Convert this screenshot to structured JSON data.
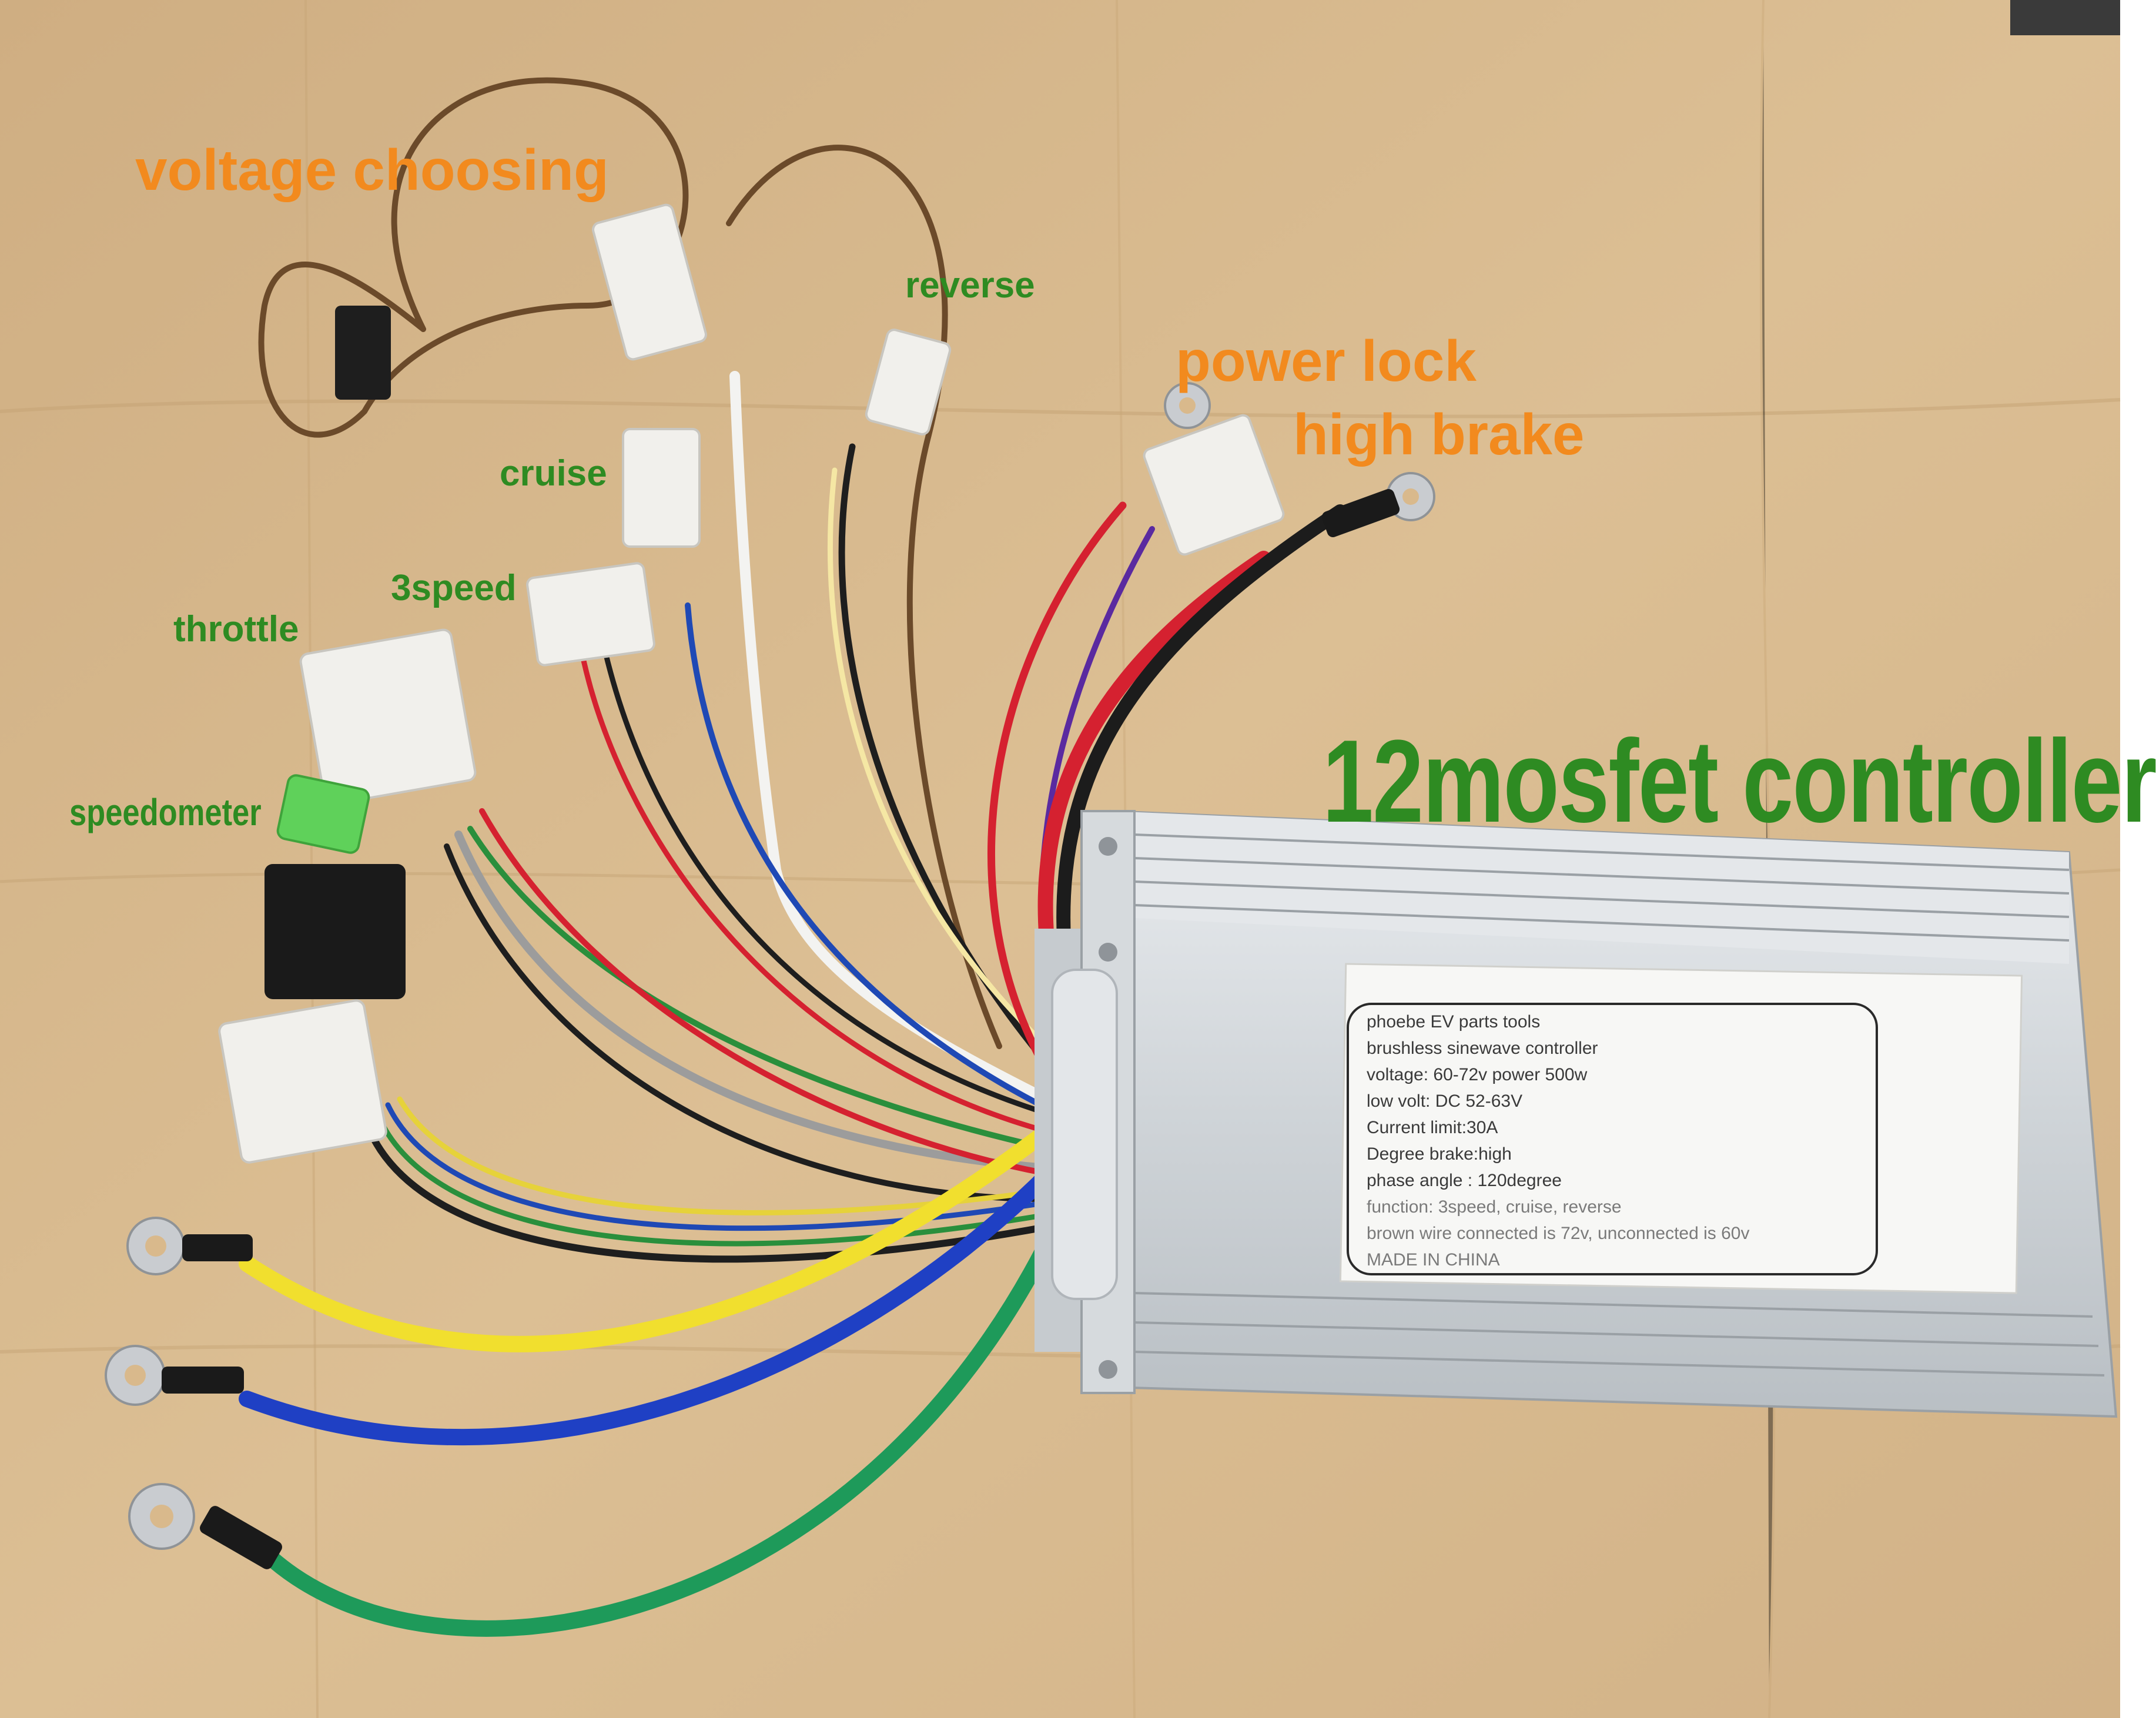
{
  "labels": {
    "voltage_choosing": "voltage choosing",
    "reverse": "reverse",
    "power_lock": "power lock",
    "high_brake": "high brake",
    "cruise": "cruise",
    "three_speed": "3speed",
    "throttle": "throttle",
    "speedometer": "speedometer",
    "title": "12mosfet controller"
  },
  "spec_label": {
    "lines": [
      "phoebe EV parts tools",
      "brushless  sinewave controller",
      "voltage: 60-72v  power 500w",
      "low volt: DC 52-63V",
      "Current limit:30A",
      "Degree brake:high",
      "phase angle : 120degree",
      "function: 3speed, cruise, reverse",
      "brown wire connected is 72v, unconnected is 60v",
      "MADE IN CHINA"
    ]
  },
  "colors": {
    "wood": "#d9b98c",
    "annotation_orange": "#f28a1e",
    "annotation_green": "#2e8b22",
    "casing": "#d4d8dc"
  }
}
